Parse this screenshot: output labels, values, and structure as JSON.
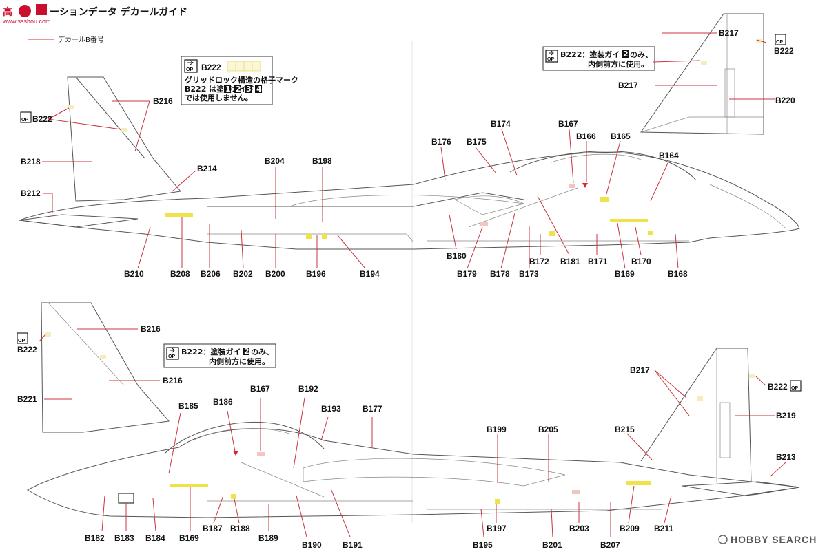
{
  "header": {
    "logo_glyphs": "高",
    "logo_url": "www.ssshou.com",
    "title": "ーションデータ デカールガイド",
    "legend": "デカールB番号"
  },
  "notes": {
    "grid_code": "B222",
    "grid_line1": "グリッドロック構造の格子マーク",
    "grid_line2_a": "B222 は塗装ガイド",
    "grid_nums": [
      "1",
      "2",
      "3",
      "4"
    ],
    "grid_line3": "では使用しません。",
    "op_label": "OP",
    "top_right_a": "B222：塗装ガイド",
    "top_right_num": "2",
    "top_right_b": "のみ、",
    "top_right_c": "内側前方に使用。",
    "bottom_a": "B222：塗装ガイド",
    "bottom_num": "2",
    "bottom_b": "のみ、",
    "bottom_c": "内側前方に使用。"
  },
  "labels_top": [
    "B216",
    "B222",
    "B218",
    "B212",
    "B214",
    "B204",
    "B198",
    "B176",
    "B175",
    "B174",
    "B167",
    "B166",
    "B165",
    "B164",
    "B210",
    "B208",
    "B206",
    "B202",
    "B200",
    "B196",
    "B194",
    "B180",
    "B179",
    "B178",
    "B173",
    "B172",
    "B181",
    "B171",
    "B169",
    "B170",
    "B168",
    "B217",
    "B222",
    "B217",
    "B220"
  ],
  "labels_bottom": [
    "B216",
    "B222",
    "B216",
    "B221",
    "B185",
    "B186",
    "B167",
    "B192",
    "B193",
    "B177",
    "B217",
    "B222",
    "B219",
    "B199",
    "B205",
    "B215",
    "B213",
    "B182",
    "B183",
    "B184",
    "B169",
    "B187",
    "B188",
    "B189",
    "B190",
    "B191",
    "B195",
    "B197",
    "B201",
    "B203",
    "B207",
    "B209",
    "B211"
  ],
  "watermark": "HOBBY SEARCH",
  "colors": {
    "leader": "#c9343c",
    "outline": "#555555",
    "decal_yellow": "#f2e24a",
    "decal_red": "#d9262c"
  }
}
